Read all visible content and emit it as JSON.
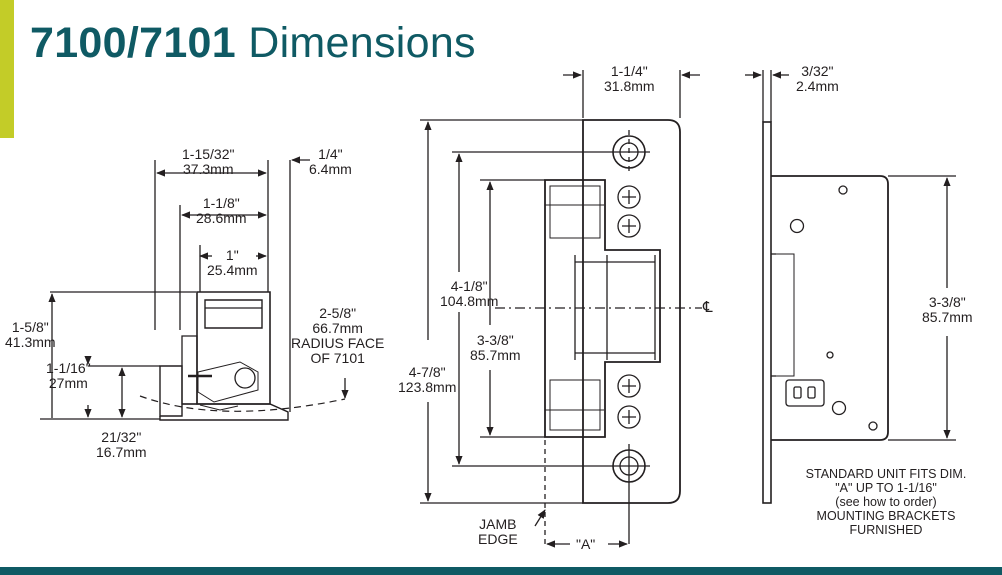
{
  "header": {
    "title_bold": "7100/7101",
    "title_rest": " Dimensions"
  },
  "colors": {
    "title": "#0f5a64",
    "accent_bar": "#c3cc28",
    "ink": "#231f20"
  },
  "side_view": {
    "width_total": [
      "1-15/32\"",
      "37.3mm"
    ],
    "width_mid": [
      "1-1/8\"",
      "28.6mm"
    ],
    "width_small": [
      "1\"",
      "25.4mm"
    ],
    "lip": [
      "1/4\"",
      "6.4mm"
    ],
    "height_total": [
      "1-5/8\"",
      "41.3mm"
    ],
    "height_body": [
      "1-1/16\"",
      "27mm"
    ],
    "base": [
      "21/32\"",
      "16.7mm"
    ],
    "radius_face": [
      "2-5/8\"",
      "66.7mm",
      "RADIUS FACE",
      "OF 7101"
    ]
  },
  "front_view": {
    "plate_width": [
      "1-1/4\"",
      "31.8mm"
    ],
    "hole_spacing": [
      "4-1/8\"",
      "104.8mm"
    ],
    "keeper_height": [
      "3-3/8\"",
      "85.7mm"
    ],
    "plate_height": [
      "4-7/8\"",
      "123.8mm"
    ],
    "centerline": "℄",
    "jamb_edge": [
      "JAMB",
      "EDGE"
    ],
    "dim_a": "\"A\""
  },
  "back_view": {
    "thickness": [
      "3/32\"",
      "2.4mm"
    ],
    "body_height": [
      "3-3/8\"",
      "85.7mm"
    ]
  },
  "note": [
    "STANDARD UNIT FITS DIM.",
    "\"A\" UP TO 1-1/16\"",
    "(see how to order)",
    "MOUNTING BRACKETS",
    "FURNISHED"
  ]
}
